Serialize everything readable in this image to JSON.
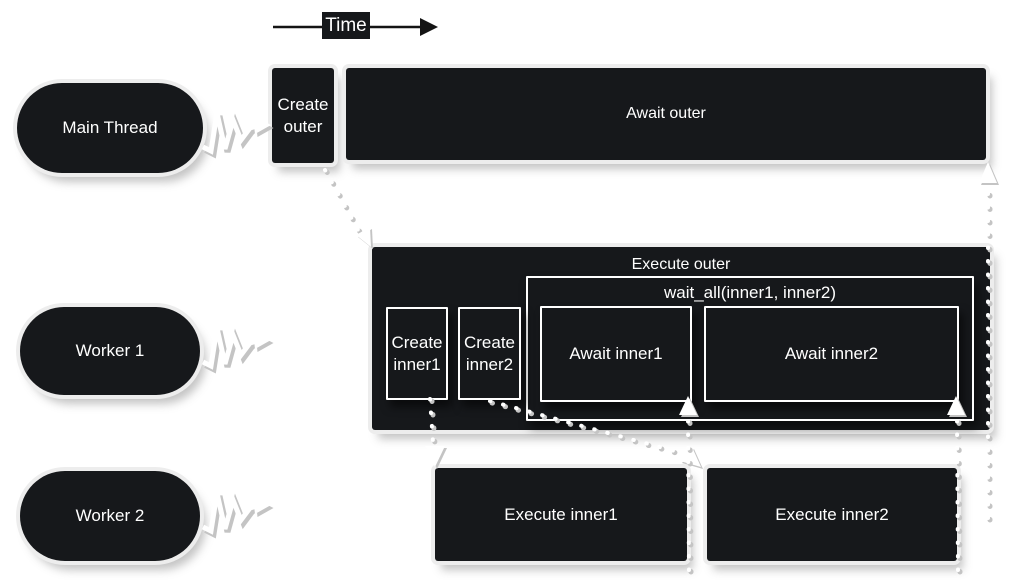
{
  "timeline": {
    "label": "Time"
  },
  "threads": [
    {
      "label": "Main Thread"
    },
    {
      "label": "Worker 1"
    },
    {
      "label": "Worker 2"
    }
  ],
  "blocks": {
    "create_outer": {
      "label": "Create outer"
    },
    "await_outer": {
      "label": "Await outer"
    },
    "execute_outer": {
      "label": "Execute outer"
    },
    "wait_all": {
      "label": "wait_all(inner1, inner2)"
    },
    "create_inner1": {
      "label": "Create inner1"
    },
    "create_inner2": {
      "label": "Create inner2"
    },
    "await_inner1": {
      "label": "Await inner1"
    },
    "await_inner2": {
      "label": "Await inner2"
    },
    "execute_inner1": {
      "label": "Execute inner1"
    },
    "execute_inner2": {
      "label": "Execute inner2"
    }
  },
  "colors": {
    "background": "#ffffff",
    "block_fill": "#16181b",
    "block_text": "#ffffff",
    "inner_border": "#ffffff",
    "halo": "#ededed",
    "connector_core": "#ffffff",
    "connector_shadow": "#c4c4c4",
    "time_arrow": "#141414"
  }
}
